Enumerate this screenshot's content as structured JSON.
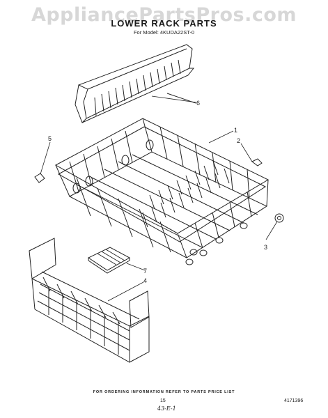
{
  "watermark": "AppliancePartsPros.com",
  "title": "LOWER RACK PARTS",
  "model": "For Model: 4KUDA22ST-0",
  "labels": {
    "l1": "1",
    "l2": "2",
    "l3": "3",
    "l4": "4",
    "l5": "5",
    "l6": "6",
    "l7": "7"
  },
  "footer_text": "FOR ORDERING INFORMATION REFER TO PARTS PRICE LIST",
  "page_number": "15",
  "part_number": "4171396",
  "handwritten_note": "43-E-1"
}
